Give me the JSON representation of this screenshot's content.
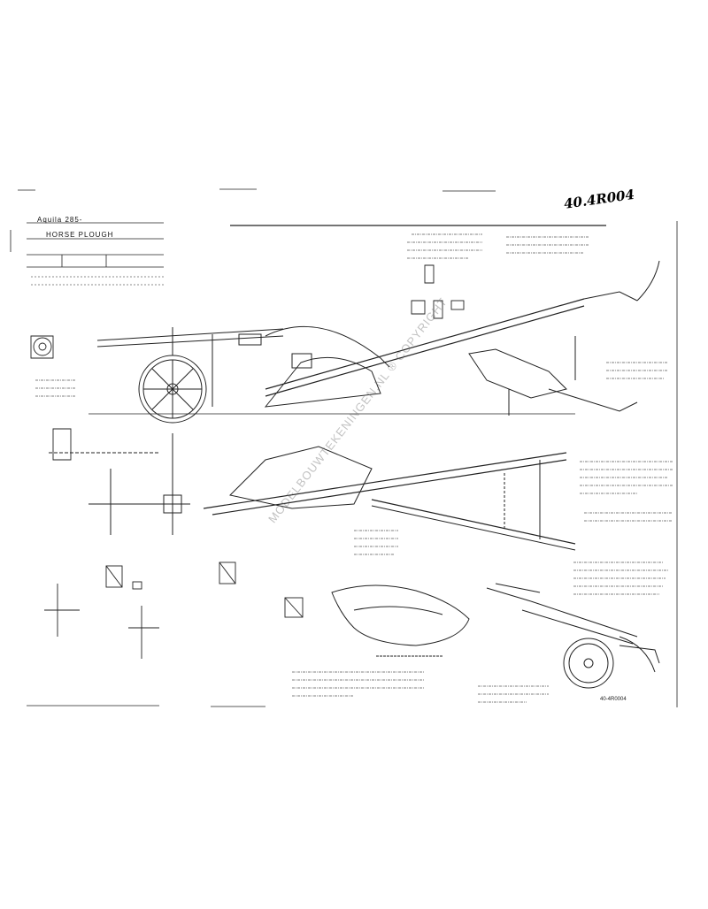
{
  "sheet": {
    "drawing_number": "40.4R004",
    "title_line_1": "Aquila 285-",
    "title_line_2": "HORSE PLOUGH",
    "part_number": "40-4R0004",
    "watermark": "MODELBOUWTEKENINGEN.NL ® COPYRIGHT"
  },
  "colors": {
    "ink": "#222222",
    "paper": "#ffffff",
    "watermark": "#8c8c8c"
  }
}
